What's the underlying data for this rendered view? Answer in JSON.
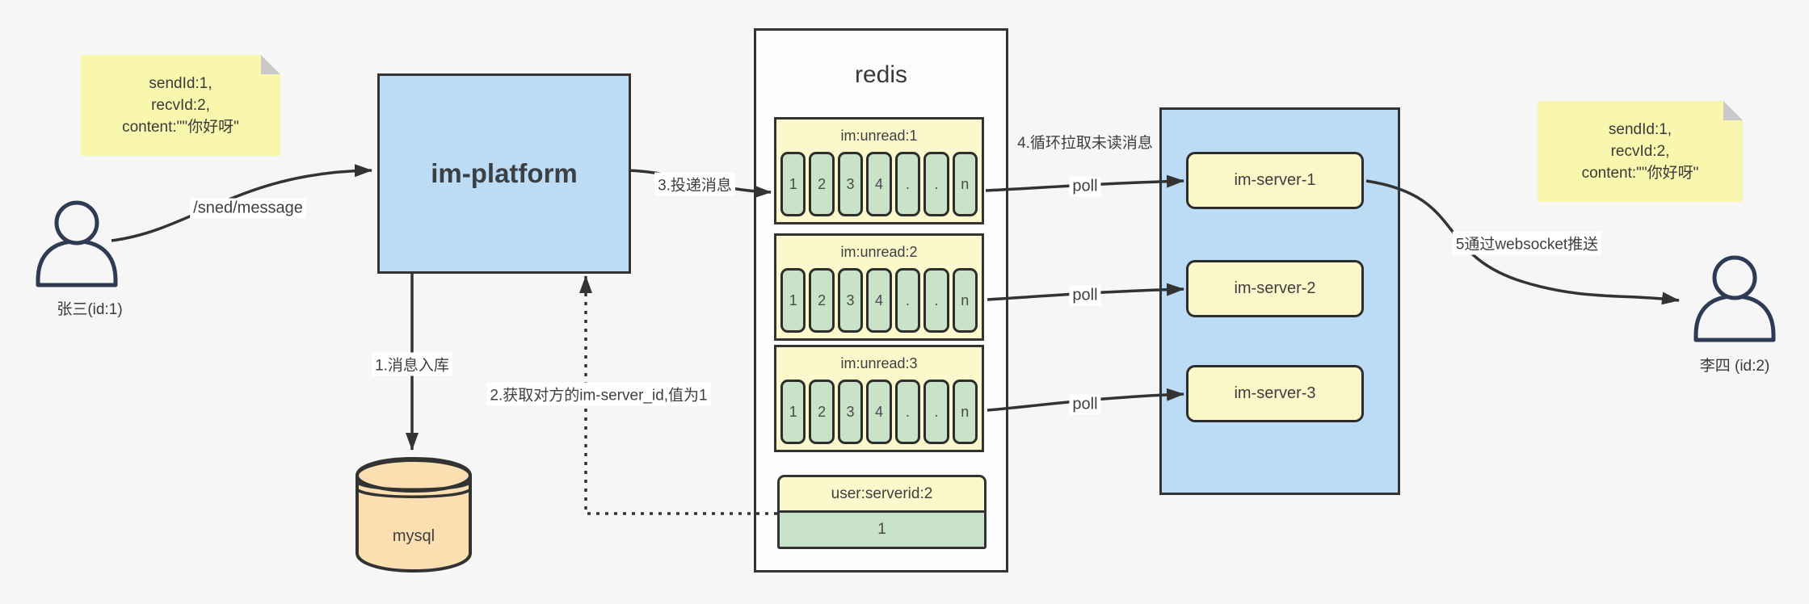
{
  "colors": {
    "bg": "#f6f6f6",
    "line": "#3a3a3a",
    "note_yellow": "#f9f6ae",
    "note_fold": "#c9c9c9",
    "blue": "#bcdcf5",
    "pale_yellow": "#fbf8cc",
    "server_yellow": "#fbf7c9",
    "green": "#c9e3c8",
    "peach": "#fbdfb0",
    "panel_white": "#fcfcfc",
    "border_dark": "#333333",
    "person": "#2e3b52"
  },
  "notes": {
    "left": {
      "line1": "sendId:1,",
      "line2": "recvId:2,",
      "line3": "content:\"\"你好呀\""
    },
    "right": {
      "line1": "sendId:1,",
      "line2": "recvId:2,",
      "line3": "content:\"\"你好呀\""
    }
  },
  "actors": {
    "sender": {
      "label": "张三(id:1)"
    },
    "receiver": {
      "label": "李四 (id:2)"
    }
  },
  "platform": {
    "label": "im-platform"
  },
  "database": {
    "label": "mysql"
  },
  "redis": {
    "title": "redis",
    "queues": [
      {
        "name": "im:unread:1",
        "cells": [
          "1",
          "2",
          "3",
          "4",
          ".",
          ".",
          "n"
        ]
      },
      {
        "name": "im:unread:2",
        "cells": [
          "1",
          "2",
          "3",
          "4",
          ".",
          ".",
          "n"
        ]
      },
      {
        "name": "im:unread:3",
        "cells": [
          "1",
          "2",
          "3",
          "4",
          ".",
          ".",
          "n"
        ]
      }
    ],
    "kv": {
      "key": "user:serverid:2",
      "value": "1"
    }
  },
  "cluster": {
    "servers": [
      {
        "label": "im-server-1"
      },
      {
        "label": "im-server-2"
      },
      {
        "label": "im-server-3"
      }
    ]
  },
  "edges": {
    "send_path": "/sned/message",
    "step1": "1.消息入库",
    "step2": "2.获取对方的im-server_id,值为1",
    "step3": "3.投递消息",
    "step4": "4.循环拉取未读消息",
    "poll_1": "poll",
    "poll_2": "poll",
    "poll_3": "poll",
    "step5": "5通过websocket推送"
  }
}
